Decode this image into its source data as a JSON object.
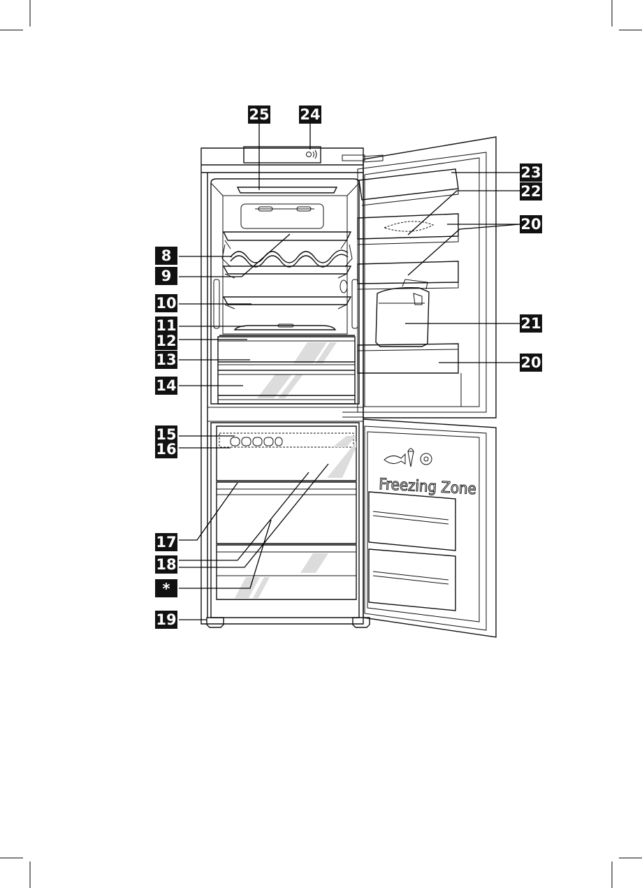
{
  "labels": [
    {
      "id": "c8",
      "text": "8"
    },
    {
      "id": "c9",
      "text": "9"
    },
    {
      "id": "c10",
      "text": "10"
    },
    {
      "id": "c11",
      "text": "11"
    },
    {
      "id": "c12",
      "text": "12"
    },
    {
      "id": "c13",
      "text": "13"
    },
    {
      "id": "c14",
      "text": "14"
    },
    {
      "id": "c15",
      "text": "15"
    },
    {
      "id": "c16",
      "text": "16"
    },
    {
      "id": "c17",
      "text": "17"
    },
    {
      "id": "c18",
      "text": "18"
    },
    {
      "id": "cstar",
      "text": "*"
    },
    {
      "id": "c19",
      "text": "19"
    },
    {
      "id": "c25",
      "text": "25"
    },
    {
      "id": "c24",
      "text": "24"
    },
    {
      "id": "c23",
      "text": "23"
    },
    {
      "id": "c22",
      "text": "22"
    },
    {
      "id": "c20a",
      "text": "20"
    },
    {
      "id": "c21",
      "text": "21"
    },
    {
      "id": "c20b",
      "text": "20"
    }
  ],
  "freezer_door": {
    "zone_text": "Freezing Zone"
  },
  "colors": {
    "line": "#111111",
    "badge": "#111111",
    "badge_text": "#ffffff",
    "stripe": "#dcdcdc"
  }
}
